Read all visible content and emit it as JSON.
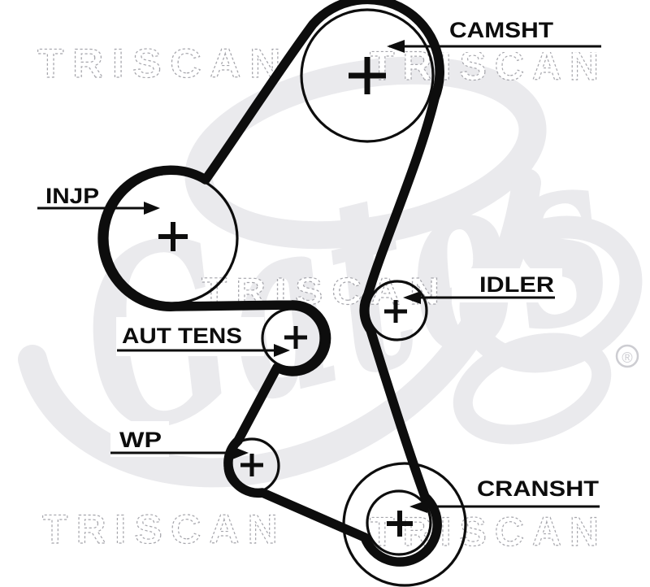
{
  "labels": {
    "camshaft": "CAMSHT",
    "injection_pump": "INJP",
    "idler": "IDLER",
    "tensioner": "AUT TENS",
    "water_pump": "WP",
    "crankshaft": "CRANSHT"
  },
  "watermarks": {
    "triscan": "TRISCAN",
    "gates": "Gates",
    "registered": "®"
  },
  "colors": {
    "ink": "#0d0d0d",
    "watermark_fill": "#eaeaed",
    "watermark_outline": "#a6a6ac",
    "background": "#ffffff"
  }
}
